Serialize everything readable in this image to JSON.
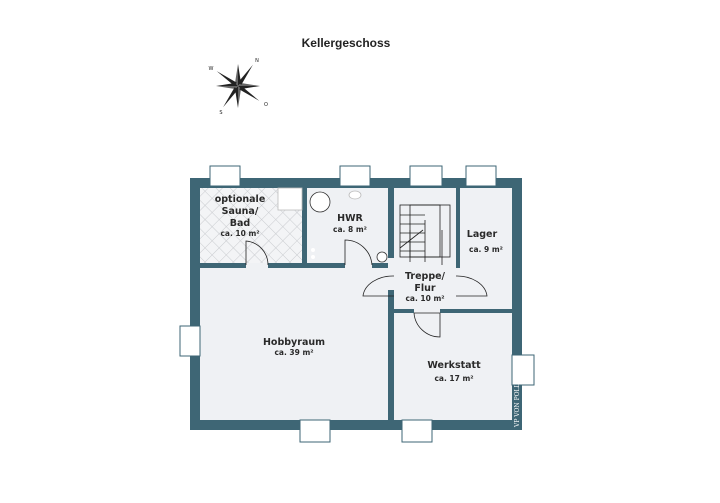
{
  "title": "Kellergeschoss",
  "compass": {
    "icon": "compass-rose-icon",
    "letters": [
      "N",
      "O",
      "S",
      "W"
    ]
  },
  "colors": {
    "wall": "#3e6675",
    "floor": "#eff1f4",
    "window": "#ffffff"
  },
  "rooms": [
    {
      "name_lines": [
        "optionale",
        "Sauna/",
        "Bad"
      ],
      "area": "ca. 10 m²"
    },
    {
      "name_lines": [
        "HWR"
      ],
      "area": "ca. 8 m²"
    },
    {
      "name_lines": [
        "Lager"
      ],
      "area": "ca. 9 m²"
    },
    {
      "name_lines": [
        "Treppe/",
        "Flur"
      ],
      "area": "ca. 10 m²"
    },
    {
      "name_lines": [
        "Hobbyraum"
      ],
      "area": "ca. 39 m²"
    },
    {
      "name_lines": [
        "Werkstatt"
      ],
      "area": "ca. 17 m²"
    }
  ],
  "watermark": "VP VON POLL"
}
